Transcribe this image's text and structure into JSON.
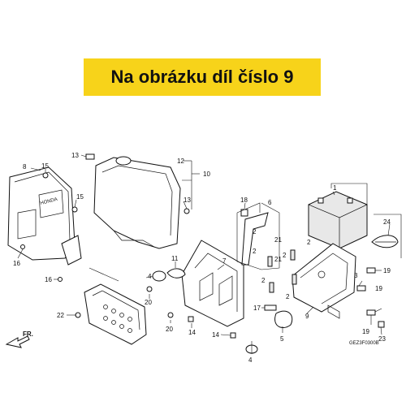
{
  "banner": {
    "text": "Na obrázku díl číslo 9",
    "background": "#f7d31a"
  },
  "diagram": {
    "callouts": [
      "1",
      "2",
      "4",
      "5",
      "6",
      "7",
      "8",
      "9",
      "10",
      "11",
      "12",
      "13",
      "14",
      "15",
      "16",
      "17",
      "18",
      "19",
      "20",
      "21",
      "22",
      "23",
      "24"
    ],
    "direction_label": "FR.",
    "part_code": "GEZ3F0300B",
    "cover_brand": "HONDA"
  }
}
